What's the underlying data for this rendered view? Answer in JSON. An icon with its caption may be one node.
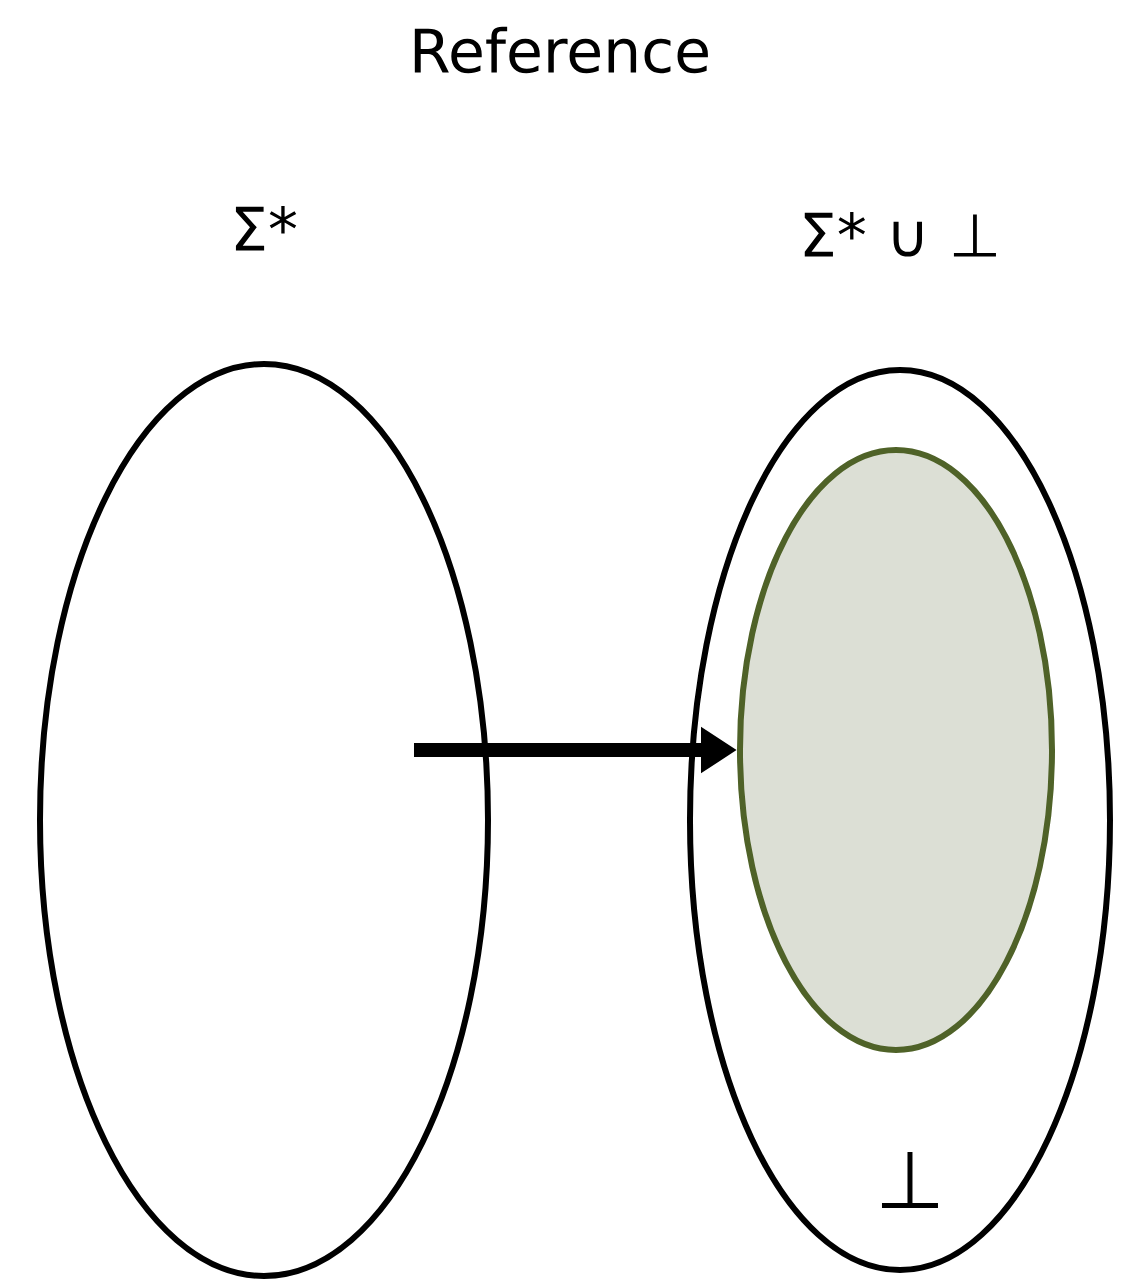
{
  "diagram": {
    "title": "Reference",
    "nodes": [
      {
        "text": [
          "Σ*"
        ]
      },
      {
        "text": [
          "Σ* ∪ ⊥"
        ]
      },
      {
        "text": [],
        "shape": "ellipse",
        "in": 1
      }
    ],
    "edges": [
      {
        "from": 0,
        "to": 2,
        "arrow": "to"
      }
    ],
    "labels": [
      "⊥"
    ]
  }
}
